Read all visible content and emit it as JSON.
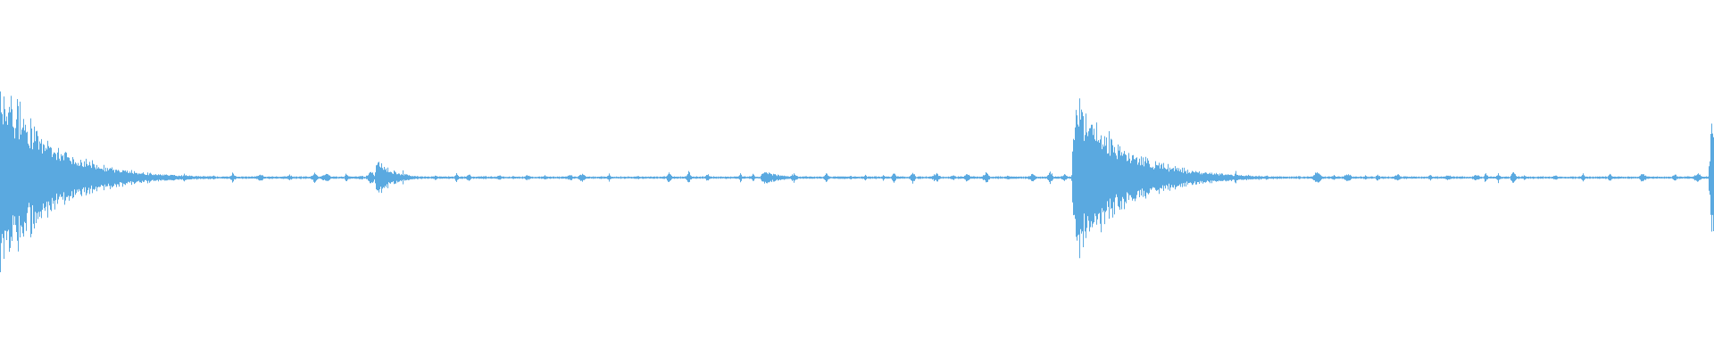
{
  "waveform": {
    "color": "#5aa9e0",
    "background": "#ffffff",
    "peaks": [
      {
        "t": 0.0,
        "amp": 0.65
      },
      {
        "t": 0.22,
        "amp": 0.12
      },
      {
        "t": 0.445,
        "amp": 0.05
      },
      {
        "t": 0.627,
        "amp": 0.54
      },
      {
        "t": 0.9985,
        "amp": 0.45
      }
    ]
  }
}
